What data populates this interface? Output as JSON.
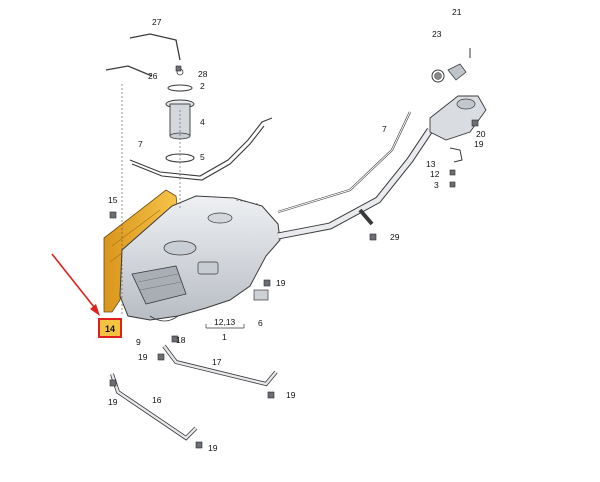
{
  "callouts": {
    "c27": "27",
    "c26": "26",
    "c28": "28",
    "c2": "2",
    "c4": "4",
    "c5": "5",
    "c7a": "7",
    "c7b": "7",
    "c15": "15",
    "c21": "21",
    "c23": "23",
    "c20": "20",
    "c13": "13",
    "c12": "12",
    "c3": "3",
    "c29": "29",
    "c19a": "19",
    "c19b": "19",
    "c19c": "19",
    "c19d": "19",
    "c19e": "19",
    "c19f": "19",
    "c9": "9",
    "c12_13": "12,13",
    "c1": "1",
    "c6": "6",
    "c18": "18",
    "c17": "17",
    "c16": "16",
    "c14": "14"
  },
  "colors": {
    "line": "#3a3a3a",
    "tank_fill": "#dfe2e6",
    "tank_shadow": "#b9bec5",
    "heat_shield": "#f2b530",
    "highlight_border": "#e0201a",
    "arrow": "#e0201a"
  }
}
